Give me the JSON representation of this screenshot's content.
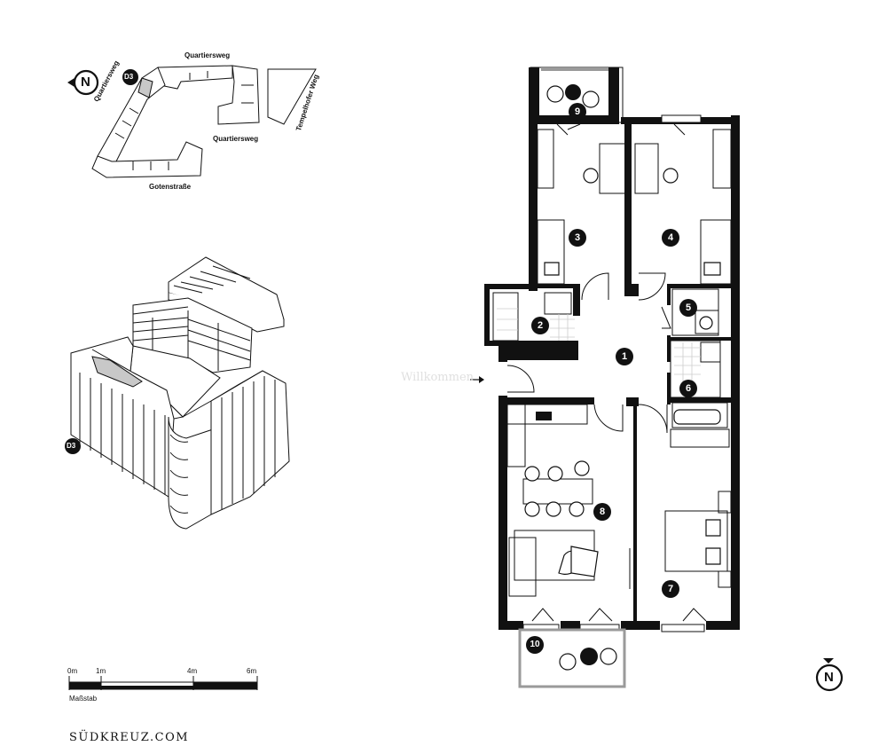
{
  "site_plan": {
    "building_label": "D3",
    "streets": {
      "north": "Quartiersweg",
      "west": "Quartiersweg",
      "inner": "Quartiersweg",
      "south": "Gotenstraße",
      "east": "Tempelhofer Weg"
    }
  },
  "compass_top": "N",
  "compass_bottom": "N",
  "axon_label": "D3",
  "rooms": [
    "1",
    "2",
    "3",
    "4",
    "5",
    "6",
    "7",
    "8",
    "9",
    "10"
  ],
  "watermark": "Willkommen",
  "scale": {
    "ticks": [
      "0m",
      "1m",
      "4m",
      "6m"
    ],
    "label": "Maßstab"
  },
  "brand": "SÜDKREUZ.COM",
  "colors": {
    "ink": "#111111",
    "wall": "#000000",
    "glass": "#9a9a9a",
    "highlight": "#c8c8c8"
  }
}
